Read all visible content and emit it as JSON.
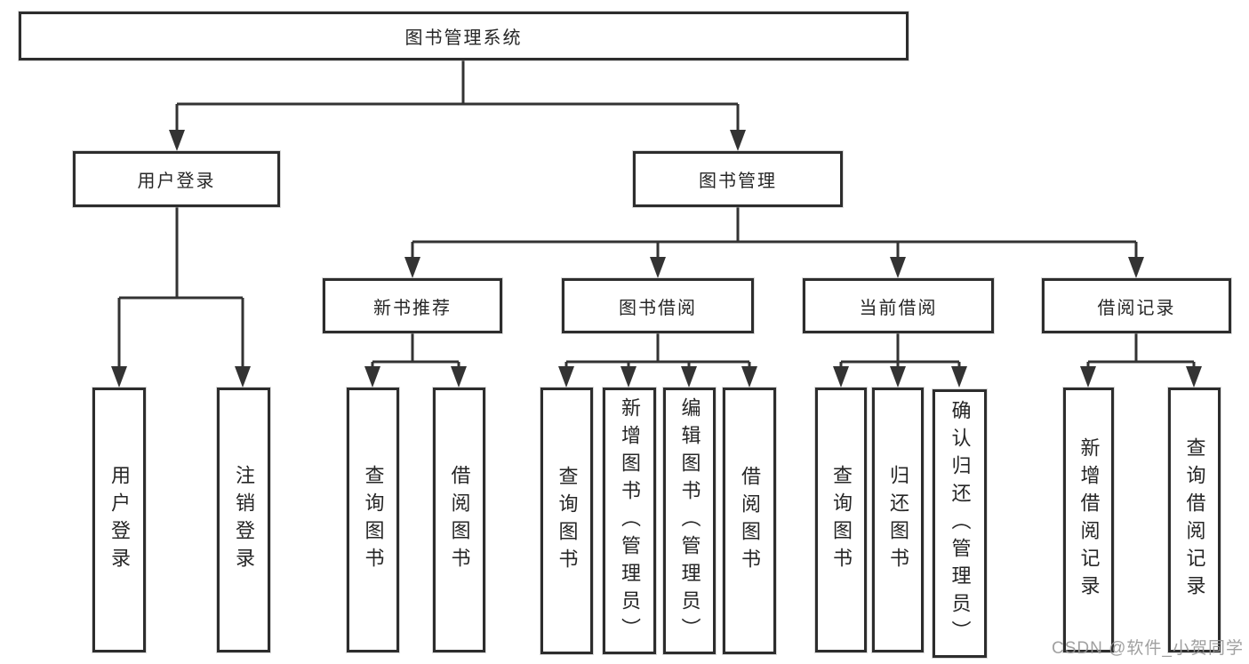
{
  "title": "图书管理系统",
  "branches": [
    {
      "label": "用户登录",
      "children": [
        "用户登录",
        "注销登录"
      ]
    },
    {
      "label": "图书管理",
      "sections": [
        {
          "label": "新书推荐",
          "children": [
            "查询图书",
            "借阅图书"
          ]
        },
        {
          "label": "图书借阅",
          "children": [
            "查询图书",
            "新增图书（管理员）",
            "编辑图书（管理员）",
            "借阅图书"
          ]
        },
        {
          "label": "当前借阅",
          "children": [
            "查询图书",
            "归还图书",
            "确认归还（管理员）"
          ]
        },
        {
          "label": "借阅记录",
          "children": [
            "新增借阅记录",
            "查询借阅记录"
          ]
        }
      ]
    }
  ],
  "watermark": "CSDN @软件_小贺同学",
  "colors": {
    "line": "#333333",
    "box-border": "#2d2d2d",
    "text": "#262626",
    "watermark": "#969696",
    "background": "#ffffff"
  }
}
